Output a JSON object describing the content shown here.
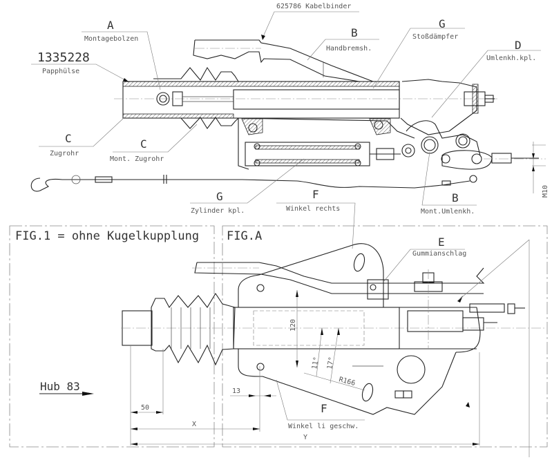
{
  "drawing": {
    "callouts": {
      "kabelbinder": {
        "text": "625786 Kabelbinder"
      },
      "montagebolzen": {
        "letter": "A",
        "text": "Montagebolzen"
      },
      "papphuelse": {
        "number": "1335228",
        "text": "Papphülse"
      },
      "handbremsh": {
        "letter": "B",
        "text": "Handbremsh."
      },
      "stossdaempfer": {
        "letter": "G",
        "text": "Stoßdämpfer"
      },
      "umlenkh_kpl": {
        "letter": "D",
        "text": "Umlenkh.kpl."
      },
      "zugrohr": {
        "letter": "C",
        "text": "Zugrohr"
      },
      "mont_zugrohr": {
        "letter": "C",
        "text": "Mont. Zugrohr"
      },
      "zylinder_kpl": {
        "letter": "G",
        "text": "Zylinder kpl."
      },
      "winkel_rechts": {
        "letter": "F",
        "text": "Winkel rechts"
      },
      "mont_umlenkh": {
        "letter": "B",
        "text": "Mont.Umlenkh."
      },
      "gummianschlag": {
        "letter": "E",
        "text": "Gummianschlag"
      },
      "winkel_li": {
        "letter": "F",
        "text": "Winkel li geschw."
      }
    },
    "thread_label": "M10",
    "fig1_title": "FIG.1 = ohne Kugelkupplung",
    "figA_title": "FIG.A",
    "stroke_label": "Hub 83",
    "dimensions": {
      "d50": "50",
      "dX": "X",
      "dY": "Y",
      "d13": "13",
      "d120": "120",
      "a11": "11°",
      "a17": "17°",
      "r166": "R166"
    }
  },
  "colors": {
    "line": "#222222",
    "text": "#555555",
    "background": "#ffffff"
  }
}
